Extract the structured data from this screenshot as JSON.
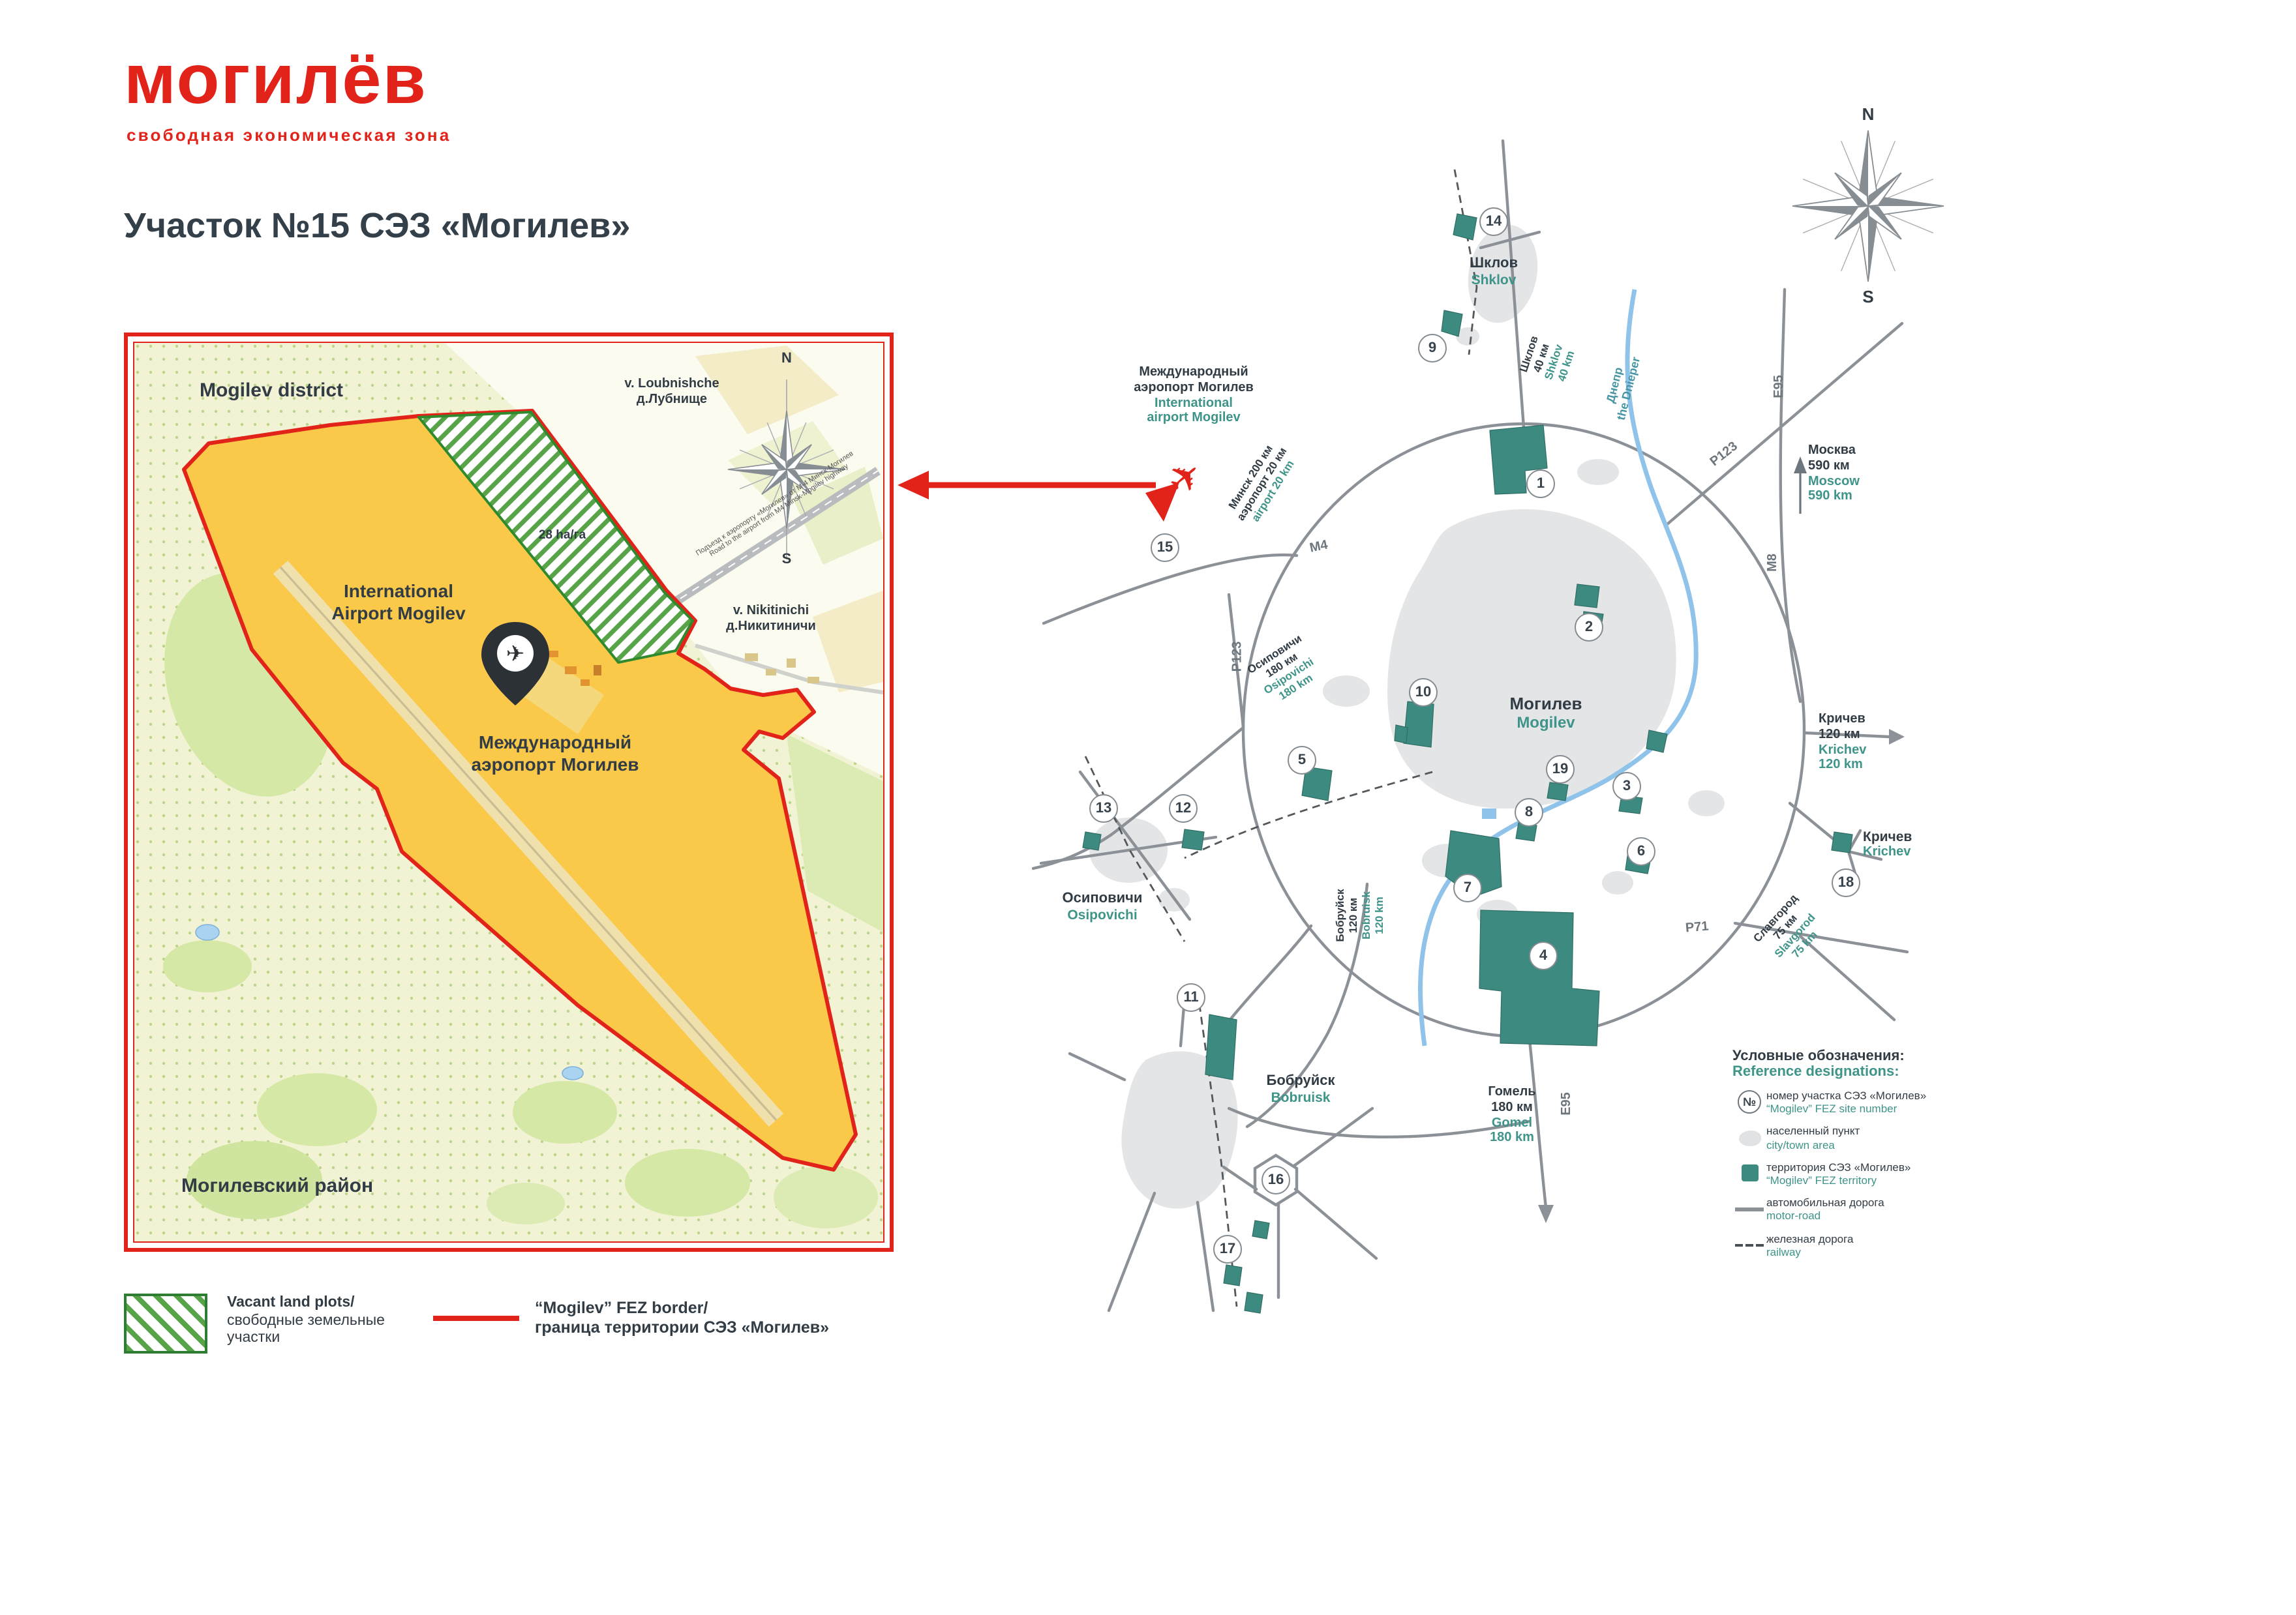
{
  "header": {
    "logo": "могилёв",
    "logo_sub": "свободная  экономическая  зона",
    "title": "Участок №15 СЭЗ «Могилев»"
  },
  "compass": {
    "n": "N",
    "s": "S"
  },
  "inset": {
    "district_en": "Mogilev district",
    "district_ru": "Могилевский район",
    "loubnishche_en": "v. Loubnishche",
    "loubnishche_ru": "д.Лубнище",
    "nikitinichi_en": "v. Nikitinichi",
    "nikitinichi_ru": "д.Никитиничи",
    "area": "28 ha/га",
    "airport_en1": "International",
    "airport_en2": "Airport Mogilev",
    "airport_ru1": "Международный",
    "airport_ru2": "аэропорт Могилев",
    "road_ru": "Подъезд к аэропорту «Могилев» от М-4 Минск-Могилев",
    "road_en": "Road to the airport from M4 Minsk-Mogilev highway"
  },
  "map": {
    "sites": [
      "1",
      "2",
      "3",
      "4",
      "5",
      "6",
      "7",
      "8",
      "9",
      "10",
      "11",
      "12",
      "13",
      "14",
      "15",
      "16",
      "17",
      "18",
      "19"
    ],
    "airport_ru1": "Международный",
    "airport_ru2": "аэропорт Могилев",
    "airport_en1": "International",
    "airport_en2": "airport Mogilev",
    "shklov_ru": "Шклов",
    "shklov_en": "Shklov",
    "shklov_d_ru1": "Шклов",
    "shklov_d_ru2": "40 км",
    "shklov_d_en1": "Shklov",
    "shklov_d_en2": "40 km",
    "dnieper_ru": "Днепр",
    "dnieper_en": "the Dnieper",
    "moscow_ru1": "Москва",
    "moscow_ru2": "590 км",
    "moscow_en1": "Moscow",
    "moscow_en2": "590 km",
    "minsk_ru1": "Минск 200 км",
    "minsk_ru2": "аэропорт 20 км",
    "minsk_en": "airport 20 km",
    "mogilev_ru": "Могилев",
    "mogilev_en": "Mogilev",
    "osip_d_ru1": "Осиповичи",
    "osip_d_ru2": "180 км",
    "osip_d_en1": "Osipovichi",
    "osip_d_en2": "180 km",
    "osip_ru": "Осиповичи",
    "osip_en": "Osipovichi",
    "krichev_d_ru1": "Кричев",
    "krichev_d_ru2": "120 км",
    "krichev_d_en1": "Krichev",
    "krichev_d_en2": "120 km",
    "krichev_ru": "Кричев",
    "krichev_en": "Krichev",
    "bobr_d_ru1": "Бобруйск",
    "bobr_d_ru2": "120 км",
    "bobr_d_en1": "Bobruisk",
    "bobr_d_en2": "120 km",
    "bobruisk_ru": "Бобруйск",
    "bobruisk_en": "Bobruisk",
    "slav_ru1": "Славгород",
    "slav_ru2": "75 км",
    "slav_en1": "Slavgorod",
    "slav_en2": "75 km",
    "gomel_ru1": "Гомель",
    "gomel_ru2": "180 км",
    "gomel_en1": "Gomel",
    "gomel_en2": "180 km",
    "roads": {
      "m4": "М4",
      "m8": "М8",
      "p123": "Р123",
      "p71": "Р71",
      "e95": "Е95"
    }
  },
  "legend_left": {
    "vacant_en": "Vacant land plots/",
    "vacant_ru1": "свободные земельные",
    "vacant_ru2": "участки",
    "border_en": "“Mogilev” FEZ border/",
    "border_ru": "граница территории СЭЗ «Могилев»"
  },
  "legend_right": {
    "title_ru": "Условные обозначения:",
    "title_en": "Reference designations:",
    "num": "№",
    "items": [
      {
        "ru": "номер участка СЭЗ «Могилев»",
        "en": "“Mogilev” FEZ site number"
      },
      {
        "ru": "населенный пункт",
        "en": "city/town area"
      },
      {
        "ru": "территория СЭЗ «Могилев»",
        "en": "“Mogilev” FEZ territory"
      },
      {
        "ru": "автомобильная дорога",
        "en": "motor-road"
      },
      {
        "ru": "железная дорога",
        "en": "railway"
      }
    ]
  }
}
